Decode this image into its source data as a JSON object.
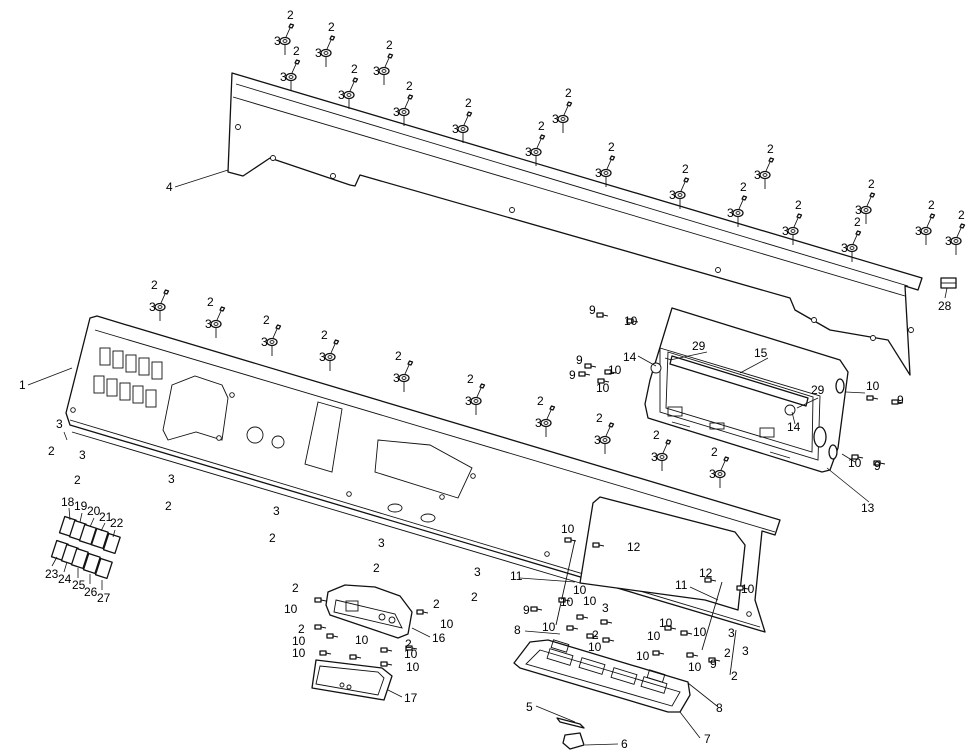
{
  "diagram": {
    "callouts": [
      "1",
      "2",
      "3",
      "4",
      "5",
      "6",
      "7",
      "8",
      "9",
      "10",
      "11",
      "12",
      "13",
      "14",
      "15",
      "16",
      "17",
      "18",
      "19",
      "20",
      "21",
      "22",
      "23",
      "24",
      "25",
      "26",
      "27",
      "28",
      "29"
    ]
  }
}
